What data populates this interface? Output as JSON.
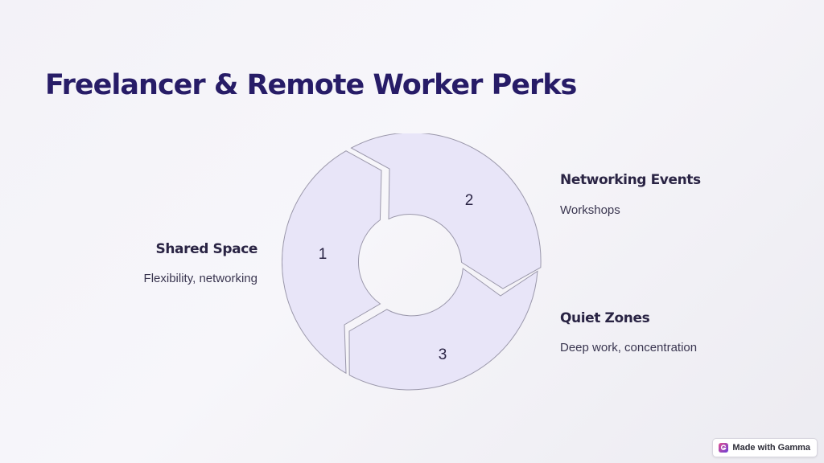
{
  "slide": {
    "title": "Freelancer & Remote Worker Perks"
  },
  "cycle": {
    "segments": [
      {
        "number": "1",
        "heading": "Shared Space",
        "description": "Flexibility, networking"
      },
      {
        "number": "2",
        "heading": "Networking Events",
        "description": "Workshops"
      },
      {
        "number": "3",
        "heading": "Quiet Zones",
        "description": "Deep work, concentration"
      }
    ]
  },
  "colors": {
    "title": "#271c67",
    "segment_fill": "#e8e5f8",
    "segment_stroke": "#9b98ab",
    "text": "#2a2444"
  },
  "badge": {
    "label": "Made with Gamma",
    "icon": "gamma-logo-icon"
  }
}
